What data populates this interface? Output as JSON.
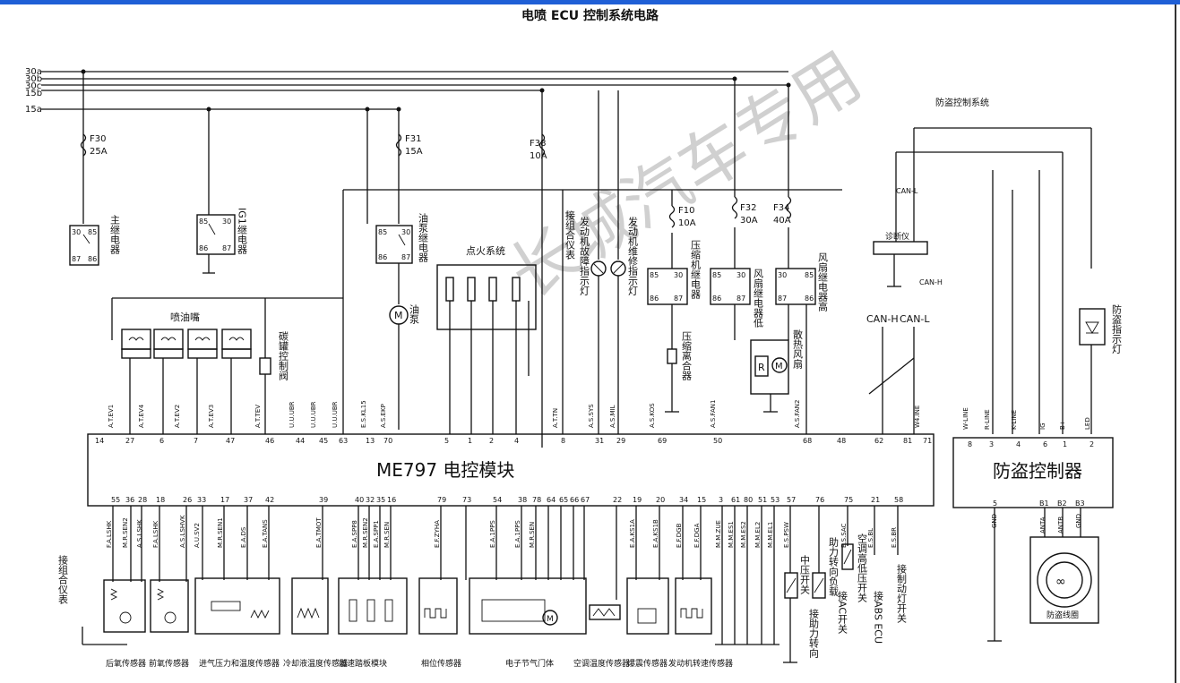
{
  "title": "电喷 ECU 控制系统电路",
  "power_rails": [
    "30a",
    "30b",
    "30c",
    "15b",
    "15a"
  ],
  "fuses": {
    "f30": {
      "name": "F30",
      "rating": "25A"
    },
    "f31": {
      "name": "F31",
      "rating": "15A"
    },
    "f38": {
      "name": "F38",
      "rating": "10A"
    },
    "f10": {
      "name": "F10",
      "rating": "10A"
    },
    "f32": {
      "name": "F32",
      "rating": "30A"
    },
    "f34": {
      "name": "F34",
      "rating": "40A"
    }
  },
  "components": {
    "main_relay": "主继电器",
    "ig1_relay": "IG1继电器",
    "fuel_pump_relay": "油泵继电器",
    "fuel_pump": "油泵",
    "injectors": "喷油嘴",
    "canister_valve": "碳罐控制阀",
    "ignition_system": "点火系统",
    "cluster_link": "接组合仪表",
    "engine_fault_lamp": "发动机故障指示灯",
    "engine_service_lamp": "发动机维修指示灯",
    "compressor_relay": "压缩机继电器",
    "compressor_clutch": "压缩离合器",
    "fan_relay_low": "风扇继电器低",
    "radiator_fan": "散热风扇",
    "fan_relay_high": "风扇继电器高",
    "antitheft_system": "防盗控制系统",
    "diagnostic": "诊断仪",
    "antitheft_lamp": "防盗指示灯",
    "antitheft_controller": "防盗控制器",
    "antitheft_coil": "防盗线圈",
    "ecu": "ME797 电控模块",
    "power_steer_load": "助力转向负载",
    "ac_pressure_switch": "空调高低压开关",
    "mid_pressure_switch": "中压开关",
    "power_steer_link": "接助力转向",
    "ac_switch": "接AC开关",
    "abs_ecu": "接ABS ECU",
    "brake_switch": "接制动灯开关",
    "cluster_link_left": "接组合仪表"
  },
  "bottom_labels": [
    "后氧传感器",
    "前氧传感器",
    "进气压力和温度传感器",
    "冷却液温度传感器",
    "加速踏板模块",
    "相位传感器",
    "电子节气门体",
    "空调温度传感器",
    "爆震传感器",
    "发动机转速传感器"
  ],
  "can_labels": {
    "can_h": "CAN-H",
    "can_l": "CAN-L",
    "can_l_top": "CAN-L",
    "can_h_side": "CAN-H"
  },
  "relay_pins": {
    "p30": "30",
    "p85": "85",
    "p86": "86",
    "p87": "87"
  },
  "ecu_top_pins": [
    "14",
    "27",
    "6",
    "7",
    "47",
    "46",
    "44",
    "45",
    "63",
    "13",
    "70",
    "5",
    "1",
    "2",
    "4",
    "8",
    "31",
    "29",
    "69",
    "50",
    "68",
    "48"
  ],
  "ecu_top_signals": [
    "A.T.EV1",
    "A.T.EV4",
    "A.T.EV2",
    "A.T.EV3",
    "A.T.TEV",
    "U.U.UBR",
    "U.U.UBR",
    "U.U.UBR",
    "E.S.KL15",
    "A.S.EKP",
    "A.T.TN",
    "A.S.SYS",
    "A.S.MIL",
    "A.S.KOS",
    "A.S.FAN1",
    "A.S.FAN2"
  ],
  "ecu_bottom_pins": [
    "55",
    "36",
    "28",
    "18",
    "26",
    "33",
    "17",
    "37",
    "42",
    "39",
    "40",
    "32",
    "35",
    "16",
    "79",
    "73",
    "54",
    "38",
    "78",
    "64",
    "65",
    "66",
    "67",
    "22",
    "19",
    "20",
    "34",
    "15",
    "3",
    "61",
    "80",
    "51",
    "53",
    "57",
    "76",
    "75",
    "21",
    "58"
  ],
  "ecu_bottom_signals": [
    "F.A.LSHK",
    "M.R.SEN2",
    "A.S.LSHK",
    "F.A.LSHK",
    "A.S.LSHVK",
    "A.U.SV2",
    "M.R.SEN1",
    "E.A.DS",
    "E.A.TANS",
    "E.A.TMOT",
    "E.A.SPP8",
    "M.R.SEN2",
    "E.A.SPP1",
    "M.R.SEN",
    "E.F.ZYHA",
    "E.A.1PPS",
    "E.A.1PPS",
    "M.R.SEN",
    "E.A.KS1A",
    "E.A.KS1B",
    "E.F.DGB",
    "E.F.DGA",
    "M.M.ZUE",
    "M.M.ES1",
    "M.M.ES2",
    "M.M.EL2",
    "M.M.EL1",
    "E.S.PSW",
    "E.S.SAC",
    "E.S.BL",
    "E.S.BR"
  ],
  "anti_top_pins": [
    "8",
    "3",
    "4",
    "6",
    "1",
    "2"
  ],
  "anti_top_signals": [
    "W-LINE",
    "R-LINE",
    "K-LINE",
    "IG",
    "B+",
    "LED"
  ],
  "anti_bottom_pins": [
    "5",
    "B1",
    "B2",
    "B3"
  ],
  "anti_bottom_signals": [
    "GND",
    "ANTA",
    "ANTB",
    "GND"
  ],
  "ecu_misc": {
    "pin62": "62",
    "pin81": "81",
    "pin71": "71",
    "w4line": "W4.INE"
  },
  "motor_letters": {
    "m": "M",
    "r": "R"
  },
  "watermark": "长城汽车专用"
}
